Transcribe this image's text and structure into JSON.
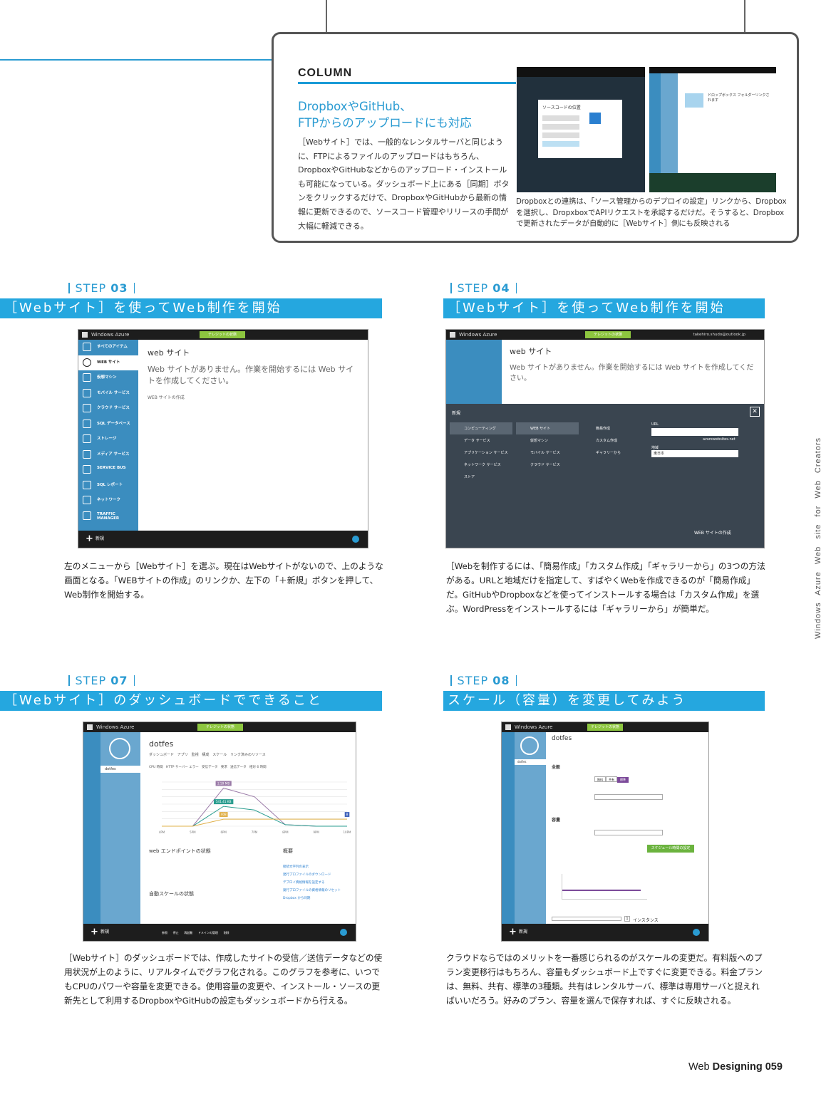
{
  "column": {
    "label": "COLUMN",
    "title_line1": "DropboxやGitHub、",
    "title_line2": "FTPからのアップロードにも対応",
    "body": "［Webサイト］では、一般的なレンタルサーバと同じように、FTPによるファイルのアップロードはもちろん、DropboxやGitHubなどからのアップロード・インストールも可能になっている。ダッシュボード上にある［同期］ボタンをクリックするだけで、DropboxやGitHubから最新の情報に更新できるので、ソースコード管理やリリースの手間が大幅に軽減できる。",
    "caption": "Dropboxとの連携は、「ソース管理からのデプロイの設定」リンクから、Dropboxを選択し、DropxboxでAPIリクエストを承認するだけだ。そうすると、Dropboxで更新されたデータが自動的に［Webサイト］側にも反映される",
    "dialog_title": "ソースコードの位置",
    "dialog_hint": "ドロップボックス フォルダーリンクされます"
  },
  "azure": {
    "brand": "Windows Azure",
    "notice": "テレジットの状態",
    "new_label": "新規",
    "web_title": "web サイト",
    "web_empty": "Web サイトがありません。作業を開始するには Web サイトを作成してください。",
    "web_create_link": "WEB サイトの作成",
    "account": "takehiro.shudo@outlook.jp",
    "side_items": [
      "すべてのアイテム",
      "WEB サイト",
      "仮想マシン",
      "モバイル サービス",
      "クラウド サービス",
      "SQL データベース",
      "ストレージ",
      "メディア サービス",
      "SERVICE BUS",
      "SQL レポート",
      "ネットワーク",
      "TRAFFIC MANAGER"
    ]
  },
  "step03": {
    "prefix": "STEP",
    "num": "03",
    "heading": "［Webサイト］を使ってWeb制作を開始",
    "desc": "左のメニューから［Webサイト］を選ぶ。現在はWebサイトがないので、上のような画面となる。「WEBサイトの作成」のリンクか、左下の「＋新規」ボタンを押して、Web制作を開始する。"
  },
  "step04": {
    "prefix": "STEP",
    "num": "04",
    "heading": "［Webサイト］を使ってWeb制作を開始",
    "desc": "［Webを制作するには、「簡易作成」「カスタム作成」「ギャラリーから」の3つの方法がある。URLと地域だけを指定して、すばやくWebを作成できるのが「簡易作成」だ。GitHubやDropboxなどを使ってインストールする場合は「カスタム作成」を選ぶ。WordPressをインストールするには「ギャラリーから」が簡単だ。",
    "panel_title": "新規",
    "col1": [
      "コンピューティング",
      "データ サービス",
      "アプリケーション サービス",
      "ネットワーク サービス",
      "ストア"
    ],
    "col2": [
      "WEB サイト",
      "仮想マシン",
      "モバイル サービス",
      "クラウド サービス"
    ],
    "col3": [
      "簡易作成",
      "カスタム作成",
      "ギャラリーから"
    ],
    "url_label": "URL",
    "url_domain": "azurewebsites.net",
    "region_label": "地域",
    "region_value": "東日本",
    "create_button": "WEB サイトの作成"
  },
  "step07": {
    "prefix": "STEP",
    "num": "07",
    "heading": "［Webサイト］のダッシュボードでできること",
    "desc": "［Webサイト］のダッシュボードでは、作成したサイトの受信／送信データなどの使用状況が上のように、リアルタイムでグラフ化される。このグラフを参考に、いつでもCPUのパワーや容量を変更できる。使用容量の変更や、インストール・ソースの更新先として利用するDropboxやGitHubの設定もダッシュボードから行える。",
    "site_name": "dotfes",
    "tabs": [
      "ダッシュボード",
      "アプリ",
      "監視",
      "構成",
      "スケール",
      "リンク済みのリソース"
    ],
    "legend": [
      "CPU 時間",
      "HTTP サーバー エラー",
      "受信データ",
      "要求",
      "送信データ"
    ],
    "range": "相対 6 時間",
    "endpoint_title": "web エンドポイントの状態",
    "autoscale_title": "自動スケールの状態",
    "overview_title": "概要",
    "overview_links": [
      "接続文字列の表示",
      "発行プロファイルのダウンロード",
      "デプロイ資格情報を設定する",
      "発行プロファイルの資格情報のリセット",
      "Dropbox から同期"
    ],
    "bottom_buttons": [
      "参照",
      "停止",
      "再起動",
      "ドメインの管理",
      "削除"
    ]
  },
  "step07_chart": {
    "type": "line",
    "x": [
      "4PM",
      "5PM",
      "6PM",
      "7PM",
      "8PM",
      "9PM",
      "10PM"
    ],
    "series": [
      {
        "name": "受信データ",
        "values": [
          0,
          0,
          2.59,
          2.0,
          0.1,
          0,
          0
        ]
      },
      {
        "name": "送信データ",
        "values": [
          0,
          0,
          1.35,
          1.1,
          0.1,
          0,
          0
        ]
      },
      {
        "name": "要求",
        "values": [
          0,
          0,
          0.48,
          0.48,
          0.48,
          0.48,
          0.48
        ]
      }
    ],
    "labels": [
      "2.59 MB",
      "541.41 KB",
      "408",
      "8"
    ],
    "ylim": [
      0,
      3
    ]
  },
  "step08": {
    "prefix": "STEP",
    "num": "08",
    "heading": "スケール（容量）を変更してみよう",
    "desc": "クラウドならではのメリットを一番感じられるのがスケールの変更だ。有料版へのプラン変更移行はもちろん、容量もダッシュボード上ですぐに変更できる。料金プランは、無料、共有、標準の3種類。共有はレンタルサーバ、標準は専用サーバと捉えればいいだろう。好みのプラン、容量を選んで保存すれば、すぐに反映される。",
    "site_name": "dotfes",
    "general_title": "全般",
    "plan_options": [
      "無料",
      "共有",
      "標準"
    ],
    "capacity_title": "容量",
    "schedule_button": "スケジュール時間の設定",
    "instance_count": "1",
    "instance_label": "インスタンス"
  },
  "footer": {
    "brand_web": "Web",
    "brand_designing": "Designing",
    "page": "059",
    "side": "Windows Azure Web site for Web Creators"
  }
}
